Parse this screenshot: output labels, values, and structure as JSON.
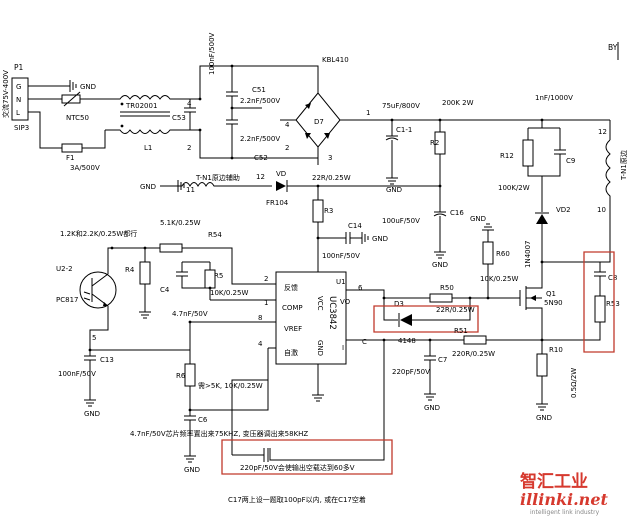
{
  "title": "",
  "labels": {
    "top_right": "BY",
    "p1": "P1",
    "p1_gnl": [
      "G",
      "N",
      "L"
    ],
    "p1_sip3": "SIP3",
    "p1_range": "交流75V-400V",
    "gnd": "GND",
    "ntc50": "NTC50",
    "tr02001": "TR02001",
    "l1": "L1",
    "f1": "F1",
    "f1_val": "3A/500V",
    "c53": "C53",
    "c53_val": "100nF/500V",
    "c51": "C51",
    "c51_val": "2.2nF/500V",
    "c52": "C52",
    "c52_val": "2.2nF/500V",
    "kbl410": "KBL410",
    "d7": "D7",
    "c11": "C1-1",
    "c11_val": "75uF/800V",
    "r2": "R2",
    "r2_val": "200K 2W",
    "c1nf": "1nF/1000V",
    "r12": "R12",
    "r12_val": "100K/2W",
    "c9": "C9",
    "vd2": "VD2",
    "n4007": "1N4007",
    "tn1_main": "T-N1原边",
    "tn1_aux": "T-N1原边辅助",
    "vd": "VD",
    "fr104": "FR104",
    "r22": "22R/0.25W",
    "r3": "R3",
    "c14": "C14",
    "c14_val": "100nF/50V",
    "c16": "C16",
    "c16_val": "100uF/50V",
    "r54": "R54",
    "r54_val": "5.1K/0.25W",
    "r_opt": "1.2K和2.2K/0.25W都行",
    "u2": "U2-2",
    "pc817": "PC817",
    "r4": "R4",
    "c4": "C4",
    "r5": "R5",
    "r5_val": "10K/0.25W",
    "c4_val": "4.7nF/50V",
    "u1": "U1",
    "uc3842": "UC3842",
    "pin_fb": "反馈",
    "pin_comp": "COMP",
    "pin_vref": "VREF",
    "pin_self": "自激",
    "pin_vcc": "VCC",
    "pin_gnd": "GND",
    "pin_vo": "VO",
    "pin_i": "I",
    "r60": "R60",
    "r60_val": "10K/0.25W",
    "r50": "R50",
    "r50_val": "22R/0.25W",
    "d3": "D3",
    "d3_val": "4148",
    "r51": "R51",
    "r51_val": "220R/0.25W",
    "q1": "Q1",
    "q1_val": "5N90",
    "c8": "C8",
    "r53": "R53",
    "r10": "R10",
    "r10_val": "0.5Ω/2W",
    "c13": "C13",
    "c13_val": "100nF/50V",
    "r6": "R6",
    "r6_val": "需>5K, 10K/0.25W",
    "c6": "C6",
    "c6_val": "4.7nF/50V芯片频率置出来75KHZ, 变压器调出来58KHZ",
    "c7": "C7",
    "c7_val": "220pF/50V",
    "c17_note": "220pF/50V会使输出空载达到60多V",
    "bottom_note": "C17两上设一题取100pF以内, 或在C17空着",
    "num_4": "4",
    "num_2": "2",
    "num_1": "1",
    "num_3": "3",
    "num_12": "12",
    "num_10": "10",
    "num_11": "11",
    "num_5": "5"
  },
  "watermark": {
    "cn": "智汇工业",
    "en": "illinki.net",
    "sub": "intelligent link industry"
  },
  "colors": {
    "wire": "#000000",
    "highlight": "#c0392b",
    "watermark": "#d6392e"
  }
}
